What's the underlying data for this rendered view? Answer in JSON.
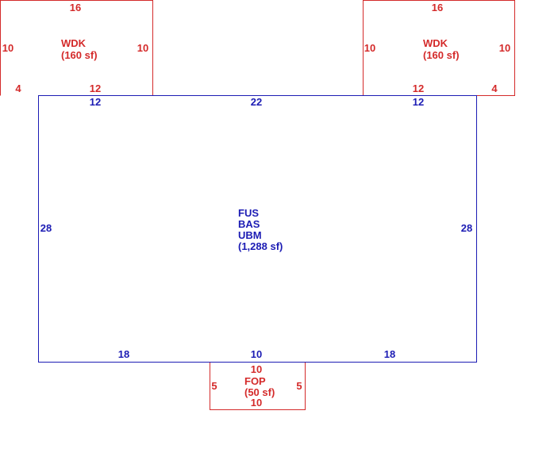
{
  "colors": {
    "main": "#1c1cb4",
    "addition": "#d42a2a"
  },
  "areas": {
    "main": {
      "codes": [
        "FUS",
        "BAS",
        "UBM"
      ],
      "area": "(1,288 sf)",
      "dims": {
        "top_left": "12",
        "top_mid": "22",
        "top_right": "12",
        "left": "28",
        "right": "28",
        "bottom_left": "18",
        "bottom_mid": "10",
        "bottom_right": "18"
      }
    },
    "wdk_left": {
      "code": "WDK",
      "area": "(160 sf)",
      "dims": {
        "top": "16",
        "left": "10",
        "right": "10",
        "bottom_left": "4",
        "bottom_right": "12"
      }
    },
    "wdk_right": {
      "code": "WDK",
      "area": "(160 sf)",
      "dims": {
        "top": "16",
        "left": "10",
        "right": "10",
        "bottom_left": "12",
        "bottom_right": "4"
      }
    },
    "fop": {
      "code": "FOP",
      "area": "(50 sf)",
      "dims": {
        "top": "10",
        "left": "5",
        "right": "5",
        "bottom": "10"
      }
    }
  }
}
